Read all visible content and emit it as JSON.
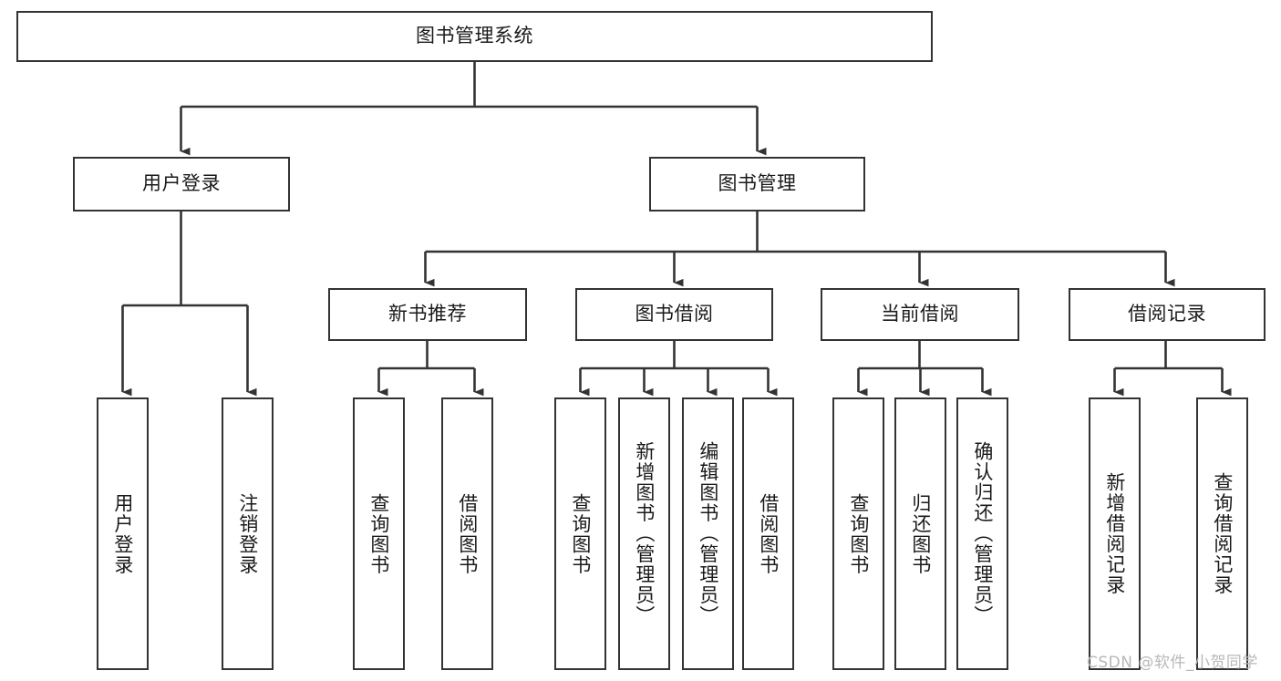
{
  "diagram": {
    "type": "tree-hierarchy",
    "title": "图书管理系统",
    "watermark": "CSDN @软件_小贺同学",
    "colors": {
      "stroke": "#333333",
      "box_fill": "#ffffff",
      "text": "#1a1a1a",
      "watermark": "#b8b8b8",
      "background": "#ffffff"
    },
    "levels": {
      "root": {
        "label": "图书管理系统"
      },
      "level2": [
        {
          "id": "user-login",
          "label": "用户登录"
        },
        {
          "id": "book-management",
          "label": "图书管理"
        }
      ],
      "level3": [
        {
          "id": "new-book-recommend",
          "label": "新书推荐",
          "parent": "book-management"
        },
        {
          "id": "book-borrow",
          "label": "图书借阅",
          "parent": "book-management"
        },
        {
          "id": "current-borrow",
          "label": "当前借阅",
          "parent": "book-management"
        },
        {
          "id": "borrow-record",
          "label": "借阅记录",
          "parent": "book-management"
        }
      ],
      "leaves": [
        {
          "id": "leaf-user-login",
          "label": "用户登录",
          "parent": "user-login"
        },
        {
          "id": "leaf-logout-login",
          "label": "注销登录",
          "parent": "user-login"
        },
        {
          "id": "leaf-query-book-1",
          "label": "查询图书",
          "parent": "new-book-recommend"
        },
        {
          "id": "leaf-borrow-book-1",
          "label": "借阅图书",
          "parent": "new-book-recommend"
        },
        {
          "id": "leaf-query-book-2",
          "label": "查询图书",
          "parent": "book-borrow"
        },
        {
          "id": "leaf-add-book",
          "label": "新增图书（管理员）",
          "parent": "book-borrow"
        },
        {
          "id": "leaf-edit-book",
          "label": "编辑图书（管理员）",
          "parent": "book-borrow"
        },
        {
          "id": "leaf-borrow-book-2",
          "label": "借阅图书",
          "parent": "book-borrow"
        },
        {
          "id": "leaf-query-book-3",
          "label": "查询图书",
          "parent": "current-borrow"
        },
        {
          "id": "leaf-return-book",
          "label": "归还图书",
          "parent": "current-borrow"
        },
        {
          "id": "leaf-confirm-return",
          "label": "确认归还（管理员）",
          "parent": "current-borrow"
        },
        {
          "id": "leaf-add-record",
          "label": "新增借阅记录",
          "parent": "borrow-record"
        },
        {
          "id": "leaf-query-record",
          "label": "查询借阅记录",
          "parent": "borrow-record"
        }
      ]
    }
  }
}
